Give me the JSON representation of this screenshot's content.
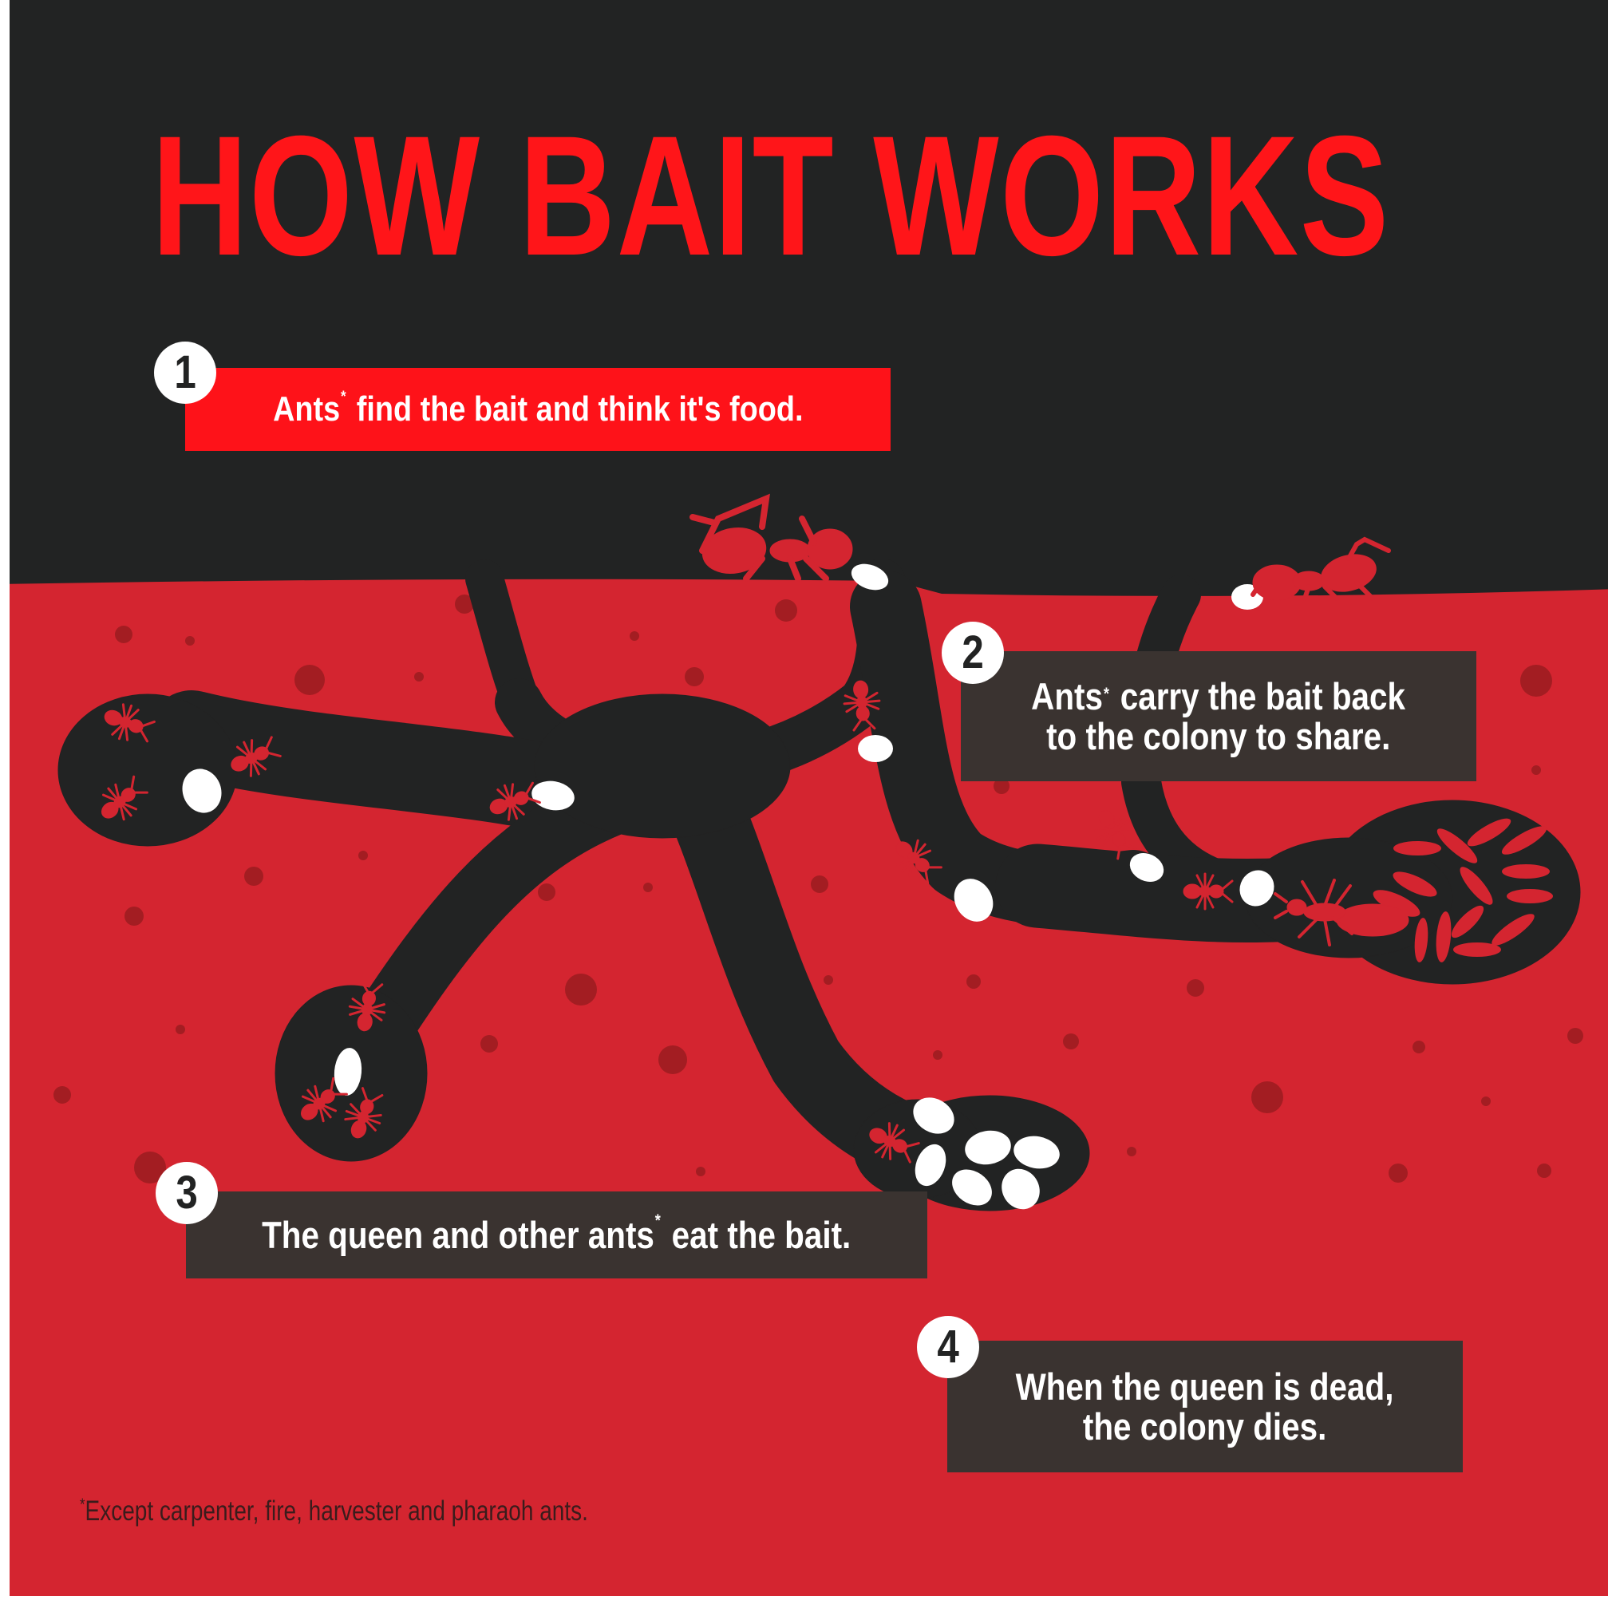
{
  "title": "HOW BAIT WORKS",
  "colors": {
    "sky": "#222323",
    "soil": "#d42530",
    "soil_spots": "#a31d22",
    "tunnel": "#222323",
    "title_red": "#ff1519",
    "step1_box": "#fe1219",
    "step_box_dark": "#3a3330",
    "bait": "#ffffff",
    "ant": "#d42530"
  },
  "steps": [
    {
      "number": "1",
      "lines": [
        {
          "pre": "Ants",
          "mark": "*",
          "post": " find the bait and think it's food."
        }
      ]
    },
    {
      "number": "2",
      "lines": [
        {
          "pre": "Ants",
          "mark": "*",
          "post": " carry the bait back"
        },
        {
          "pre": "to the colony to share.",
          "mark": "",
          "post": ""
        }
      ]
    },
    {
      "number": "3",
      "lines": [
        {
          "pre": "The queen and other ants",
          "mark": "*",
          "post": " eat the bait."
        }
      ]
    },
    {
      "number": "4",
      "lines": [
        {
          "pre": "When the queen is dead,",
          "mark": "",
          "post": ""
        },
        {
          "pre": "the colony dies.",
          "mark": "",
          "post": ""
        }
      ]
    }
  ],
  "footnote": {
    "mark": "*",
    "text": "Except carpenter, fire, harvester and pharaoh ants."
  },
  "illustration": {
    "icons": [
      "ant-icon",
      "bait-pellet-icon",
      "queen-ant-icon",
      "larvae-icon",
      "egg-icon",
      "ant-tunnel-diagram"
    ]
  }
}
